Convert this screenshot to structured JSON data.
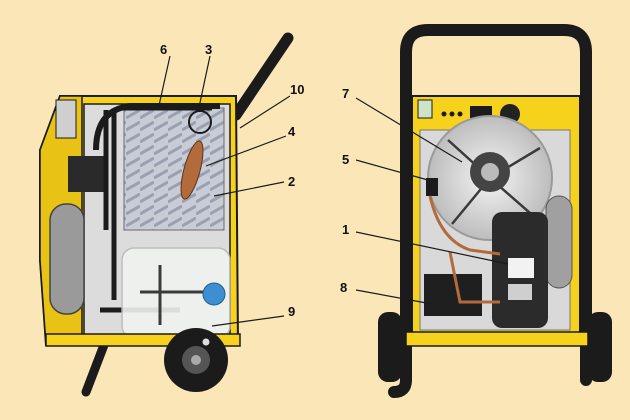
{
  "diagram": {
    "callouts": [
      {
        "id": "c1",
        "text": "1"
      },
      {
        "id": "c2",
        "text": "2"
      },
      {
        "id": "c3",
        "text": "3"
      },
      {
        "id": "c4",
        "text": "4"
      },
      {
        "id": "c5",
        "text": "5"
      },
      {
        "id": "c6",
        "text": "6"
      },
      {
        "id": "c7",
        "text": "7"
      },
      {
        "id": "c8",
        "text": "8"
      },
      {
        "id": "c9",
        "text": "9"
      },
      {
        "id": "c10",
        "text": "10"
      }
    ]
  },
  "colors": {
    "background": "#fbe6b7",
    "housing_yellow": "#f6d21c",
    "frame_black": "#1b1b1b",
    "interior_grey": "#d9d9d9",
    "coil_copper": "#b36b3c",
    "tank_clear": "#f0f3ef",
    "float_blue": "#3f8fd0"
  }
}
